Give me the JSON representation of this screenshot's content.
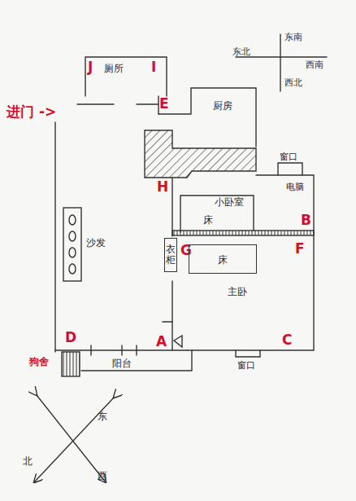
{
  "diagram": {
    "nodes": [
      {
        "text": [
          "床"
        ]
      },
      {
        "text": [
          "衣柜"
        ]
      }
    ],
    "labels": [
      "东北",
      "东南",
      "西南",
      "西北",
      "进门 ->",
      "J",
      "I",
      "E",
      "H",
      "B",
      "G",
      "F",
      "A",
      "C",
      "D",
      "厕所",
      "厨房",
      "窗口",
      "电脑",
      "小卧室",
      "床",
      "沙发",
      "主卧",
      "窗口",
      "阳台",
      "狗舍",
      "东",
      "北",
      "西"
    ]
  }
}
